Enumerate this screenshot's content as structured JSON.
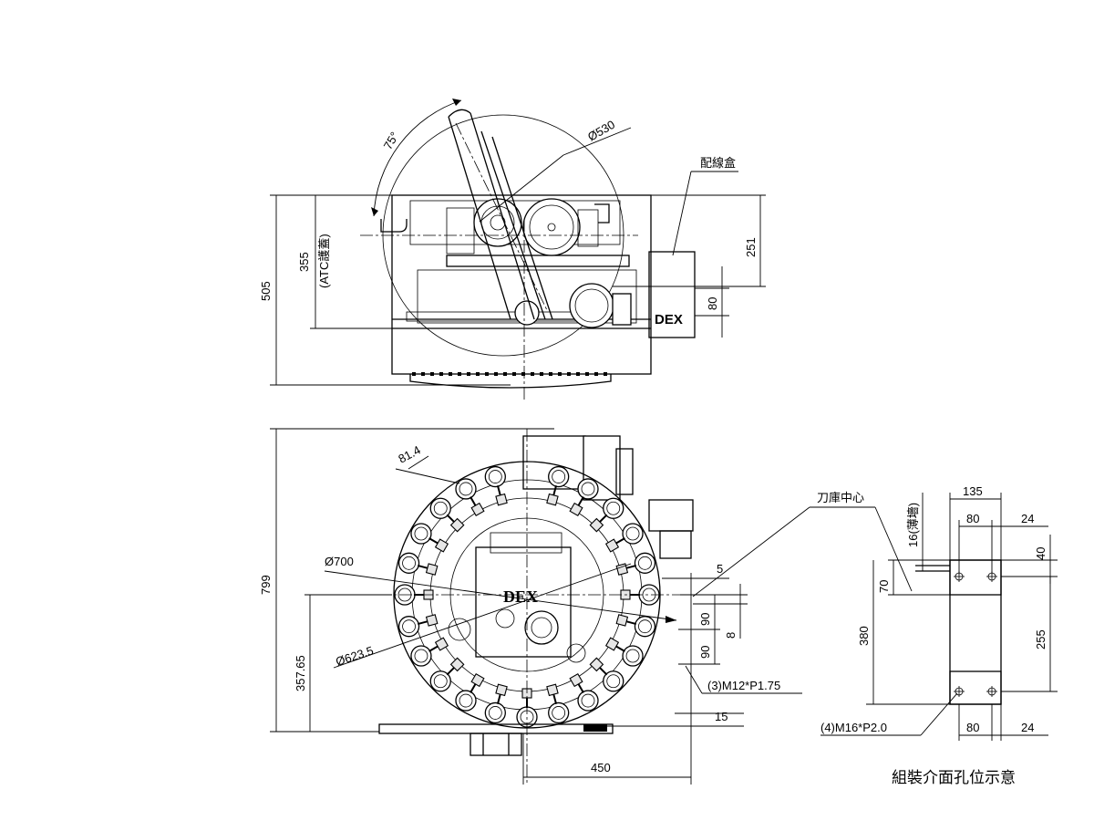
{
  "dimensions": {
    "top_angle": "75°",
    "top_diameter": "Ø530",
    "top_height_total": "505",
    "top_height_atc_value": "355",
    "top_height_atc_note": "(ATC護蓋)",
    "top_offset": "251",
    "top_box_80": "80",
    "front_height_total": "799",
    "front_height_center": "357.65",
    "front_tool_pitch": "81.4",
    "front_dia_outer": "Ø700",
    "front_dia_inner": "Ø623.5",
    "front_5": "5",
    "front_90a": "90",
    "front_90b": "90",
    "front_8": "8",
    "front_15": "15",
    "front_450": "450",
    "side_135": "135",
    "side_80_top": "80",
    "side_24_top": "24",
    "side_16": "16(薄墻)",
    "side_40": "40",
    "side_70": "70",
    "side_380": "380",
    "side_255": "255",
    "side_80_bottom": "80",
    "side_24_bottom": "24"
  },
  "labels": {
    "wiring_box": "配線盒",
    "magazine_center": "刀庫中心",
    "thread_m12": "(3)M12*P1.75",
    "thread_m16": "(4)M16*P2.0",
    "caption": "組裝介面孔位示意",
    "brand_top": "DEX",
    "brand_front": "DEX"
  },
  "icons": {
    "pocket": "tool-pocket-icon"
  }
}
